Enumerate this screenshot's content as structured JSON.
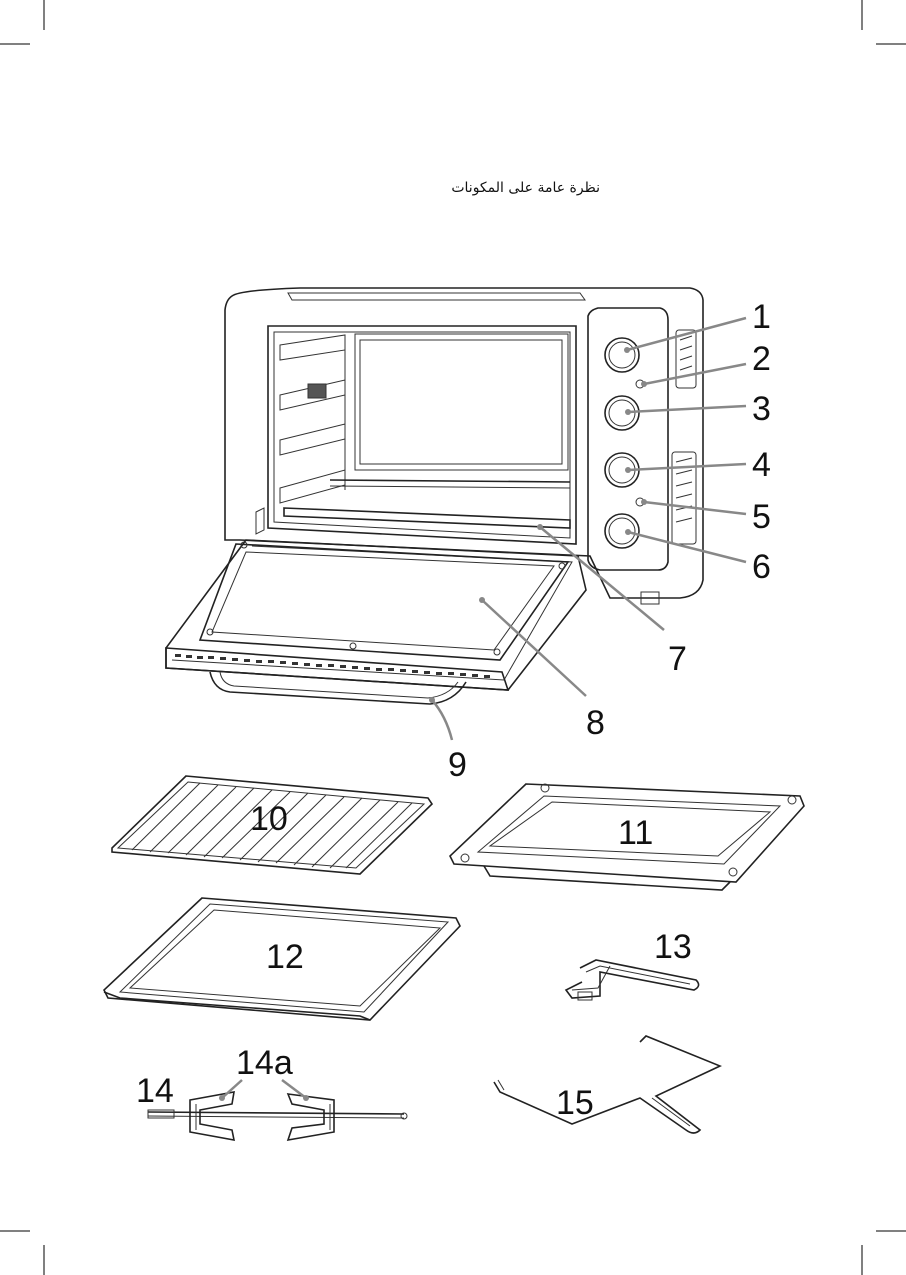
{
  "page": {
    "title": "نظرة عامة على المكونات"
  },
  "callouts": {
    "c1": "1",
    "c2": "2",
    "c3": "3",
    "c4": "4",
    "c5": "5",
    "c6": "6",
    "c7": "7",
    "c8": "8",
    "c9": "9",
    "c10": "10",
    "c11": "11",
    "c12": "12",
    "c13": "13",
    "c14": "14",
    "c14a": "14a",
    "c15": "15"
  }
}
